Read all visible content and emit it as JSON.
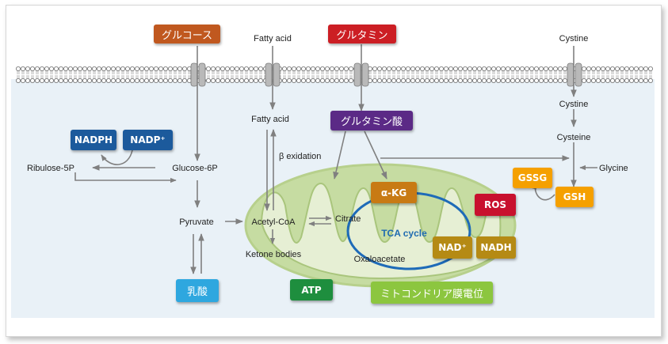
{
  "labels": {
    "fatty_acid_top": "Fatty acid",
    "cystine_top": "Cystine",
    "fatty_acid_mid": "Fatty acid",
    "cystine_mid": "Cystine",
    "cysteine": "Cysteine",
    "glycine": "Glycine",
    "beta_oxidation": "β exidation",
    "ribulose": "Ribulose-5P",
    "glucose6p": "Glucose-6P",
    "pyruvate": "Pyruvate",
    "acetyl_coa": "Acetyl-CoA",
    "ketone": "Ketone bodies",
    "citrate": "Citrate",
    "oxaloacetate": "Oxaloacetate",
    "tca_cycle": "TCA cycle"
  },
  "boxes": {
    "glucose": {
      "text": "グルコース",
      "color": "#c0581f"
    },
    "glutamine": {
      "text": "グルタミン",
      "color": "#cc1e24"
    },
    "glutamic_acid": {
      "text": "グルタミン酸",
      "color": "#5b2a86"
    },
    "nadph": {
      "text": "NADPH",
      "color": "#1c5a9c"
    },
    "nadp_plus": {
      "text": "NADP⁺",
      "color": "#1c5a9c"
    },
    "lactate": {
      "text": "乳酸",
      "color": "#2ea7df"
    },
    "atp": {
      "text": "ATP",
      "color": "#1e8e3e"
    },
    "mito_potential": {
      "text": "ミトコンドリア膜電位",
      "color": "#8cc63f"
    },
    "alpha_kg": {
      "text": "α-KG",
      "color": "#c87a14"
    },
    "ros": {
      "text": "ROS",
      "color": "#c8102e"
    },
    "nad_plus": {
      "text": "NAD⁺",
      "color": "#b58a14"
    },
    "nadh": {
      "text": "NADH",
      "color": "#b58a14"
    },
    "gssg": {
      "text": "GSSG",
      "color": "#f5a000"
    },
    "gsh": {
      "text": "GSH",
      "color": "#f5a000"
    }
  }
}
